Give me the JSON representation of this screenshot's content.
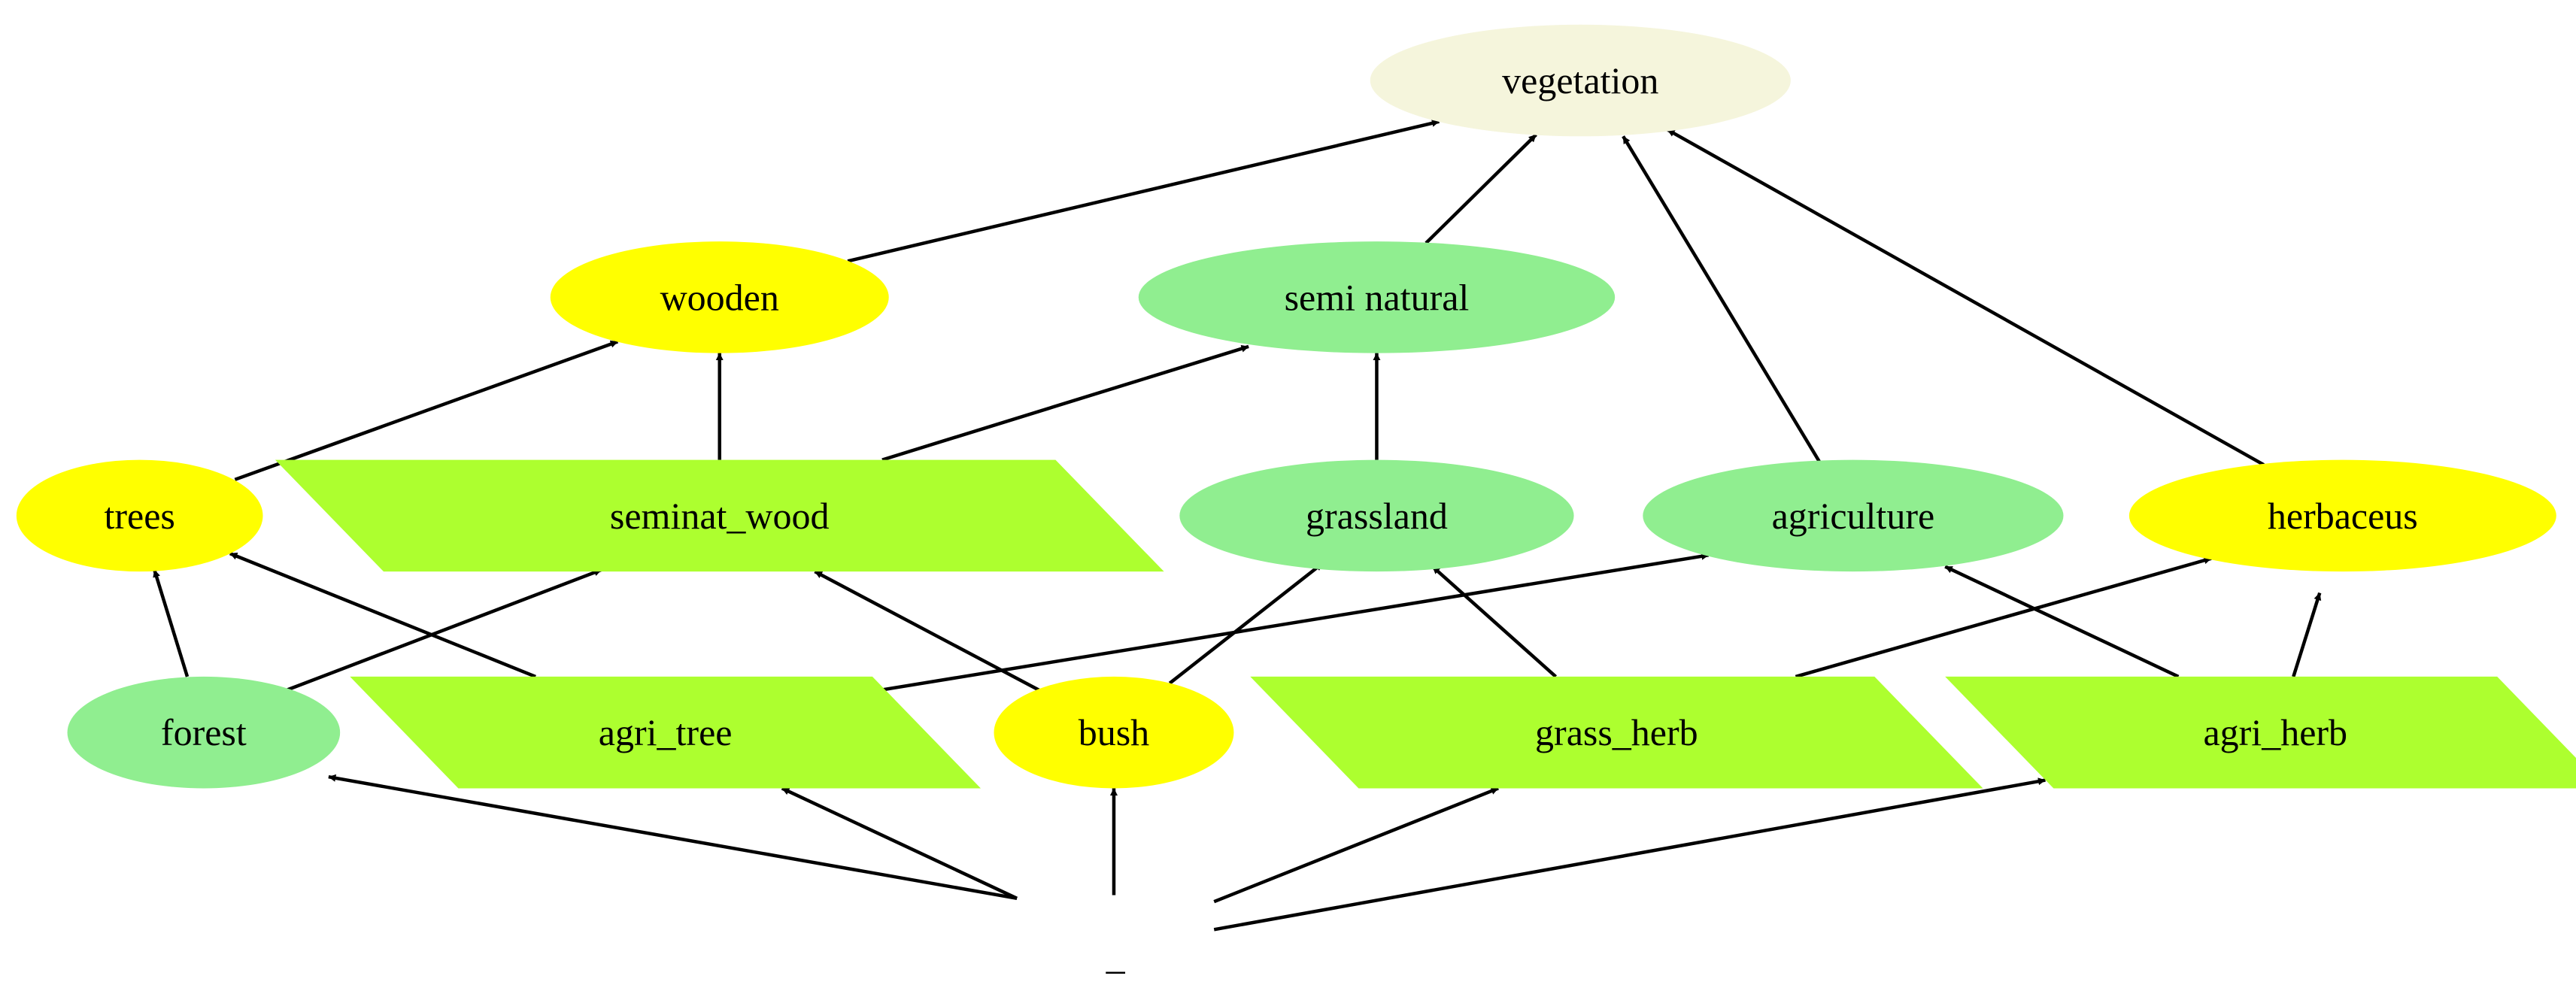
{
  "colors": {
    "root": "#f5f5dc",
    "yellow": "#ffff00",
    "green": "#90ee90",
    "lime": "#adff2f",
    "edge": "#000000"
  },
  "nodes": [
    {
      "id": "vegetation",
      "label": "vegetation",
      "shape": "ellipse",
      "fill": "root"
    },
    {
      "id": "wooden",
      "label": "wooden",
      "shape": "ellipse",
      "fill": "yellow"
    },
    {
      "id": "semi-natural",
      "label": "semi natural",
      "shape": "ellipse",
      "fill": "green"
    },
    {
      "id": "trees",
      "label": "trees",
      "shape": "ellipse",
      "fill": "yellow"
    },
    {
      "id": "seminat-wood",
      "label": "seminat_wood",
      "shape": "parallelogram",
      "fill": "lime"
    },
    {
      "id": "grassland",
      "label": "grassland",
      "shape": "ellipse",
      "fill": "green"
    },
    {
      "id": "agriculture",
      "label": "agriculture",
      "shape": "ellipse",
      "fill": "green"
    },
    {
      "id": "herbaceus",
      "label": "herbaceus",
      "shape": "ellipse",
      "fill": "yellow"
    },
    {
      "id": "forest",
      "label": "forest",
      "shape": "ellipse",
      "fill": "green"
    },
    {
      "id": "agri-tree",
      "label": "agri_tree",
      "shape": "parallelogram",
      "fill": "lime"
    },
    {
      "id": "bush",
      "label": "bush",
      "shape": "ellipse",
      "fill": "yellow"
    },
    {
      "id": "grass-herb",
      "label": "grass_herb",
      "shape": "parallelogram",
      "fill": "lime"
    },
    {
      "id": "agri-herb",
      "label": "agri_herb",
      "shape": "parallelogram",
      "fill": "lime"
    },
    {
      "id": "bottom",
      "label": "_",
      "shape": "plaintext",
      "fill": ""
    }
  ],
  "edges": [
    {
      "from": "wooden",
      "to": "vegetation"
    },
    {
      "from": "semi-natural",
      "to": "vegetation"
    },
    {
      "from": "agriculture",
      "to": "vegetation"
    },
    {
      "from": "herbaceus",
      "to": "vegetation"
    },
    {
      "from": "trees",
      "to": "wooden"
    },
    {
      "from": "seminat-wood",
      "to": "wooden"
    },
    {
      "from": "seminat-wood",
      "to": "semi-natural"
    },
    {
      "from": "grassland",
      "to": "semi-natural"
    },
    {
      "from": "forest",
      "to": "trees"
    },
    {
      "from": "agri-tree",
      "to": "trees"
    },
    {
      "from": "forest",
      "to": "seminat-wood"
    },
    {
      "from": "bush",
      "to": "seminat-wood"
    },
    {
      "from": "bush",
      "to": "grassland"
    },
    {
      "from": "grass-herb",
      "to": "grassland"
    },
    {
      "from": "agri-tree",
      "to": "agriculture"
    },
    {
      "from": "agri-herb",
      "to": "agriculture"
    },
    {
      "from": "grass-herb",
      "to": "herbaceus"
    },
    {
      "from": "agri-herb",
      "to": "herbaceus"
    },
    {
      "from": "bottom",
      "to": "forest"
    },
    {
      "from": "bottom",
      "to": "agri-tree"
    },
    {
      "from": "bottom",
      "to": "bush"
    },
    {
      "from": "bottom",
      "to": "grass-herb"
    },
    {
      "from": "bottom",
      "to": "agri-herb"
    }
  ]
}
